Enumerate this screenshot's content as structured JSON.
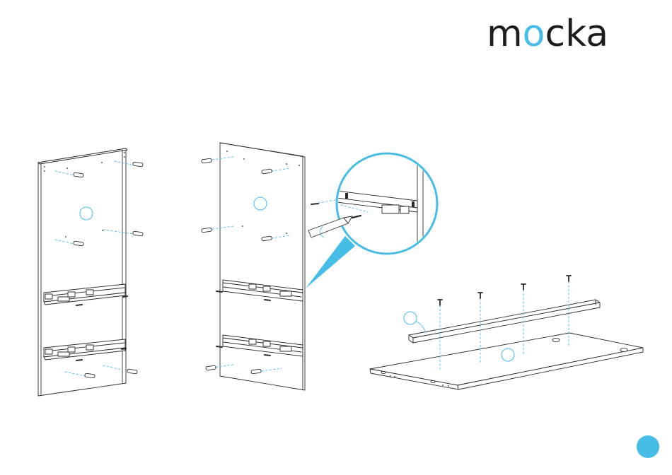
{
  "brand": {
    "logo_prefix": "m",
    "logo_accent": "o",
    "logo_suffix": "cka",
    "text_color": "#1d1d1b",
    "accent_color": "#46bde6"
  },
  "colors": {
    "line": "#2b2b2b",
    "guide": "#46bde6",
    "badge": "#46bde6"
  },
  "icons": [
    "screw-icon",
    "dowel-icon",
    "drawer-runner-icon",
    "screwdriver-icon",
    "magnifier-callout-icon"
  ]
}
